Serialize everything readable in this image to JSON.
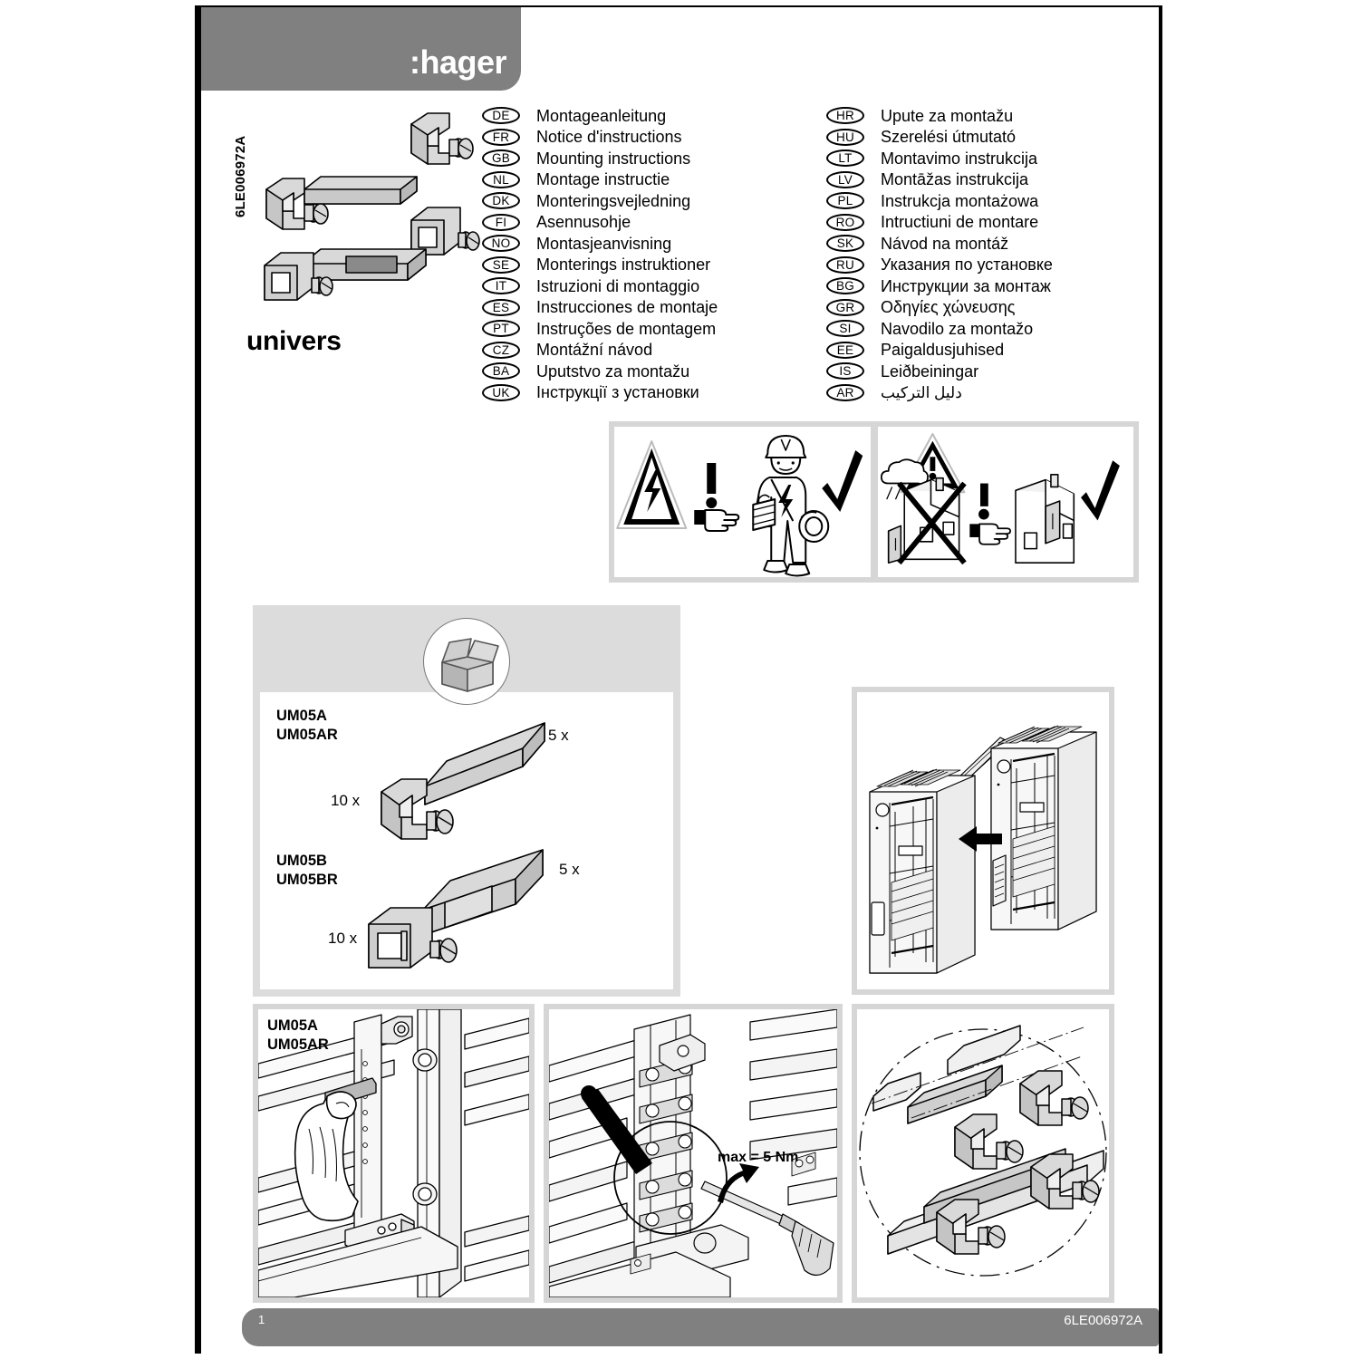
{
  "document": {
    "brand": ":hager",
    "product_title": "univers",
    "doc_code": "6LE006972A",
    "page_number": "1",
    "footer_code": "6LE006972A"
  },
  "languages_left": [
    {
      "code": "DE",
      "name": "Montageanleitung"
    },
    {
      "code": "FR",
      "name": "Notice d'instructions"
    },
    {
      "code": "GB",
      "name": "Mounting instructions"
    },
    {
      "code": "NL",
      "name": "Montage instructie"
    },
    {
      "code": "DK",
      "name": "Monteringsvejledning"
    },
    {
      "code": "FI",
      "name": "Asennusohje"
    },
    {
      "code": "NO",
      "name": "Montasjeanvisning"
    },
    {
      "code": "SE",
      "name": "Monterings instruktioner"
    },
    {
      "code": "IT",
      "name": "Istruzioni di montaggio"
    },
    {
      "code": "ES",
      "name": "Instrucciones de montaje"
    },
    {
      "code": "PT",
      "name": "Instruções de montagem"
    },
    {
      "code": "CZ",
      "name": "Montážní návod"
    },
    {
      "code": "BA",
      "name": "Uputstvo za montažu"
    },
    {
      "code": "UK",
      "name": "Інструкції з установки"
    }
  ],
  "languages_right": [
    {
      "code": "HR",
      "name": "Upute za montažu"
    },
    {
      "code": "HU",
      "name": "Szerelési útmutató"
    },
    {
      "code": "LT",
      "name": "Montavimo instrukcija"
    },
    {
      "code": "LV",
      "name": "Montāžas instrukcija"
    },
    {
      "code": "PL",
      "name": "Instrukcja montażowa"
    },
    {
      "code": "RO",
      "name": "Intructiuni de montare"
    },
    {
      "code": "SK",
      "name": "Návod na montáž"
    },
    {
      "code": "RU",
      "name": "Указания по установке"
    },
    {
      "code": "BG",
      "name": "Инструкции за монтаж"
    },
    {
      "code": "GR",
      "name": "Οδηγίες χώνευσης"
    },
    {
      "code": "SI",
      "name": "Navodilo za montažo"
    },
    {
      "code": "EE",
      "name": "Paigaldusjuhised"
    },
    {
      "code": "IS",
      "name": "Leiðbeiningar"
    },
    {
      "code": "AR",
      "name": "دليل التركيب"
    }
  ],
  "safety": {
    "left_panel": {
      "icons": [
        "electrical-hazard-triangle",
        "exclamation-mark",
        "pointing-hand",
        "electrician-figure",
        "checkmark"
      ]
    },
    "right_panel": {
      "icons": [
        "warning-triangle",
        "house-rain-crossed-out",
        "exclamation-mark",
        "pointing-hand",
        "house-indoor-ok",
        "checkmark"
      ]
    }
  },
  "parts": {
    "box_icon": "open-box-icon",
    "items": [
      {
        "codes": "UM05A\nUM05AR",
        "code_line1": "UM05A",
        "code_line2": "UM05AR",
        "bar_qty": "5 x",
        "clamp_qty": "10 x"
      },
      {
        "codes": "UM05B\nUM05BR",
        "code_line1": "UM05B",
        "code_line2": "UM05BR",
        "bar_qty": "5 x",
        "clamp_qty": "10 x"
      }
    ]
  },
  "steps": {
    "cabinet_panel": {
      "icon": "two-enclosures-joining-arrow"
    },
    "step1": {
      "code_line1": "UM05A",
      "code_line2": "UM05AR",
      "icon": "hand-inserting-busbar"
    },
    "step2": {
      "torque": "max = 5 Nm",
      "icon": "screwdriver-tightening-magnified"
    },
    "step3": {
      "icon": "clamp-assembly-detail-circle"
    }
  },
  "colors": {
    "header_gray": "#808080",
    "panel_gray": "#d6d6d6",
    "band_gray": "#dcdcdc",
    "part_fill": "#d9d9d9",
    "line": "#000000"
  }
}
